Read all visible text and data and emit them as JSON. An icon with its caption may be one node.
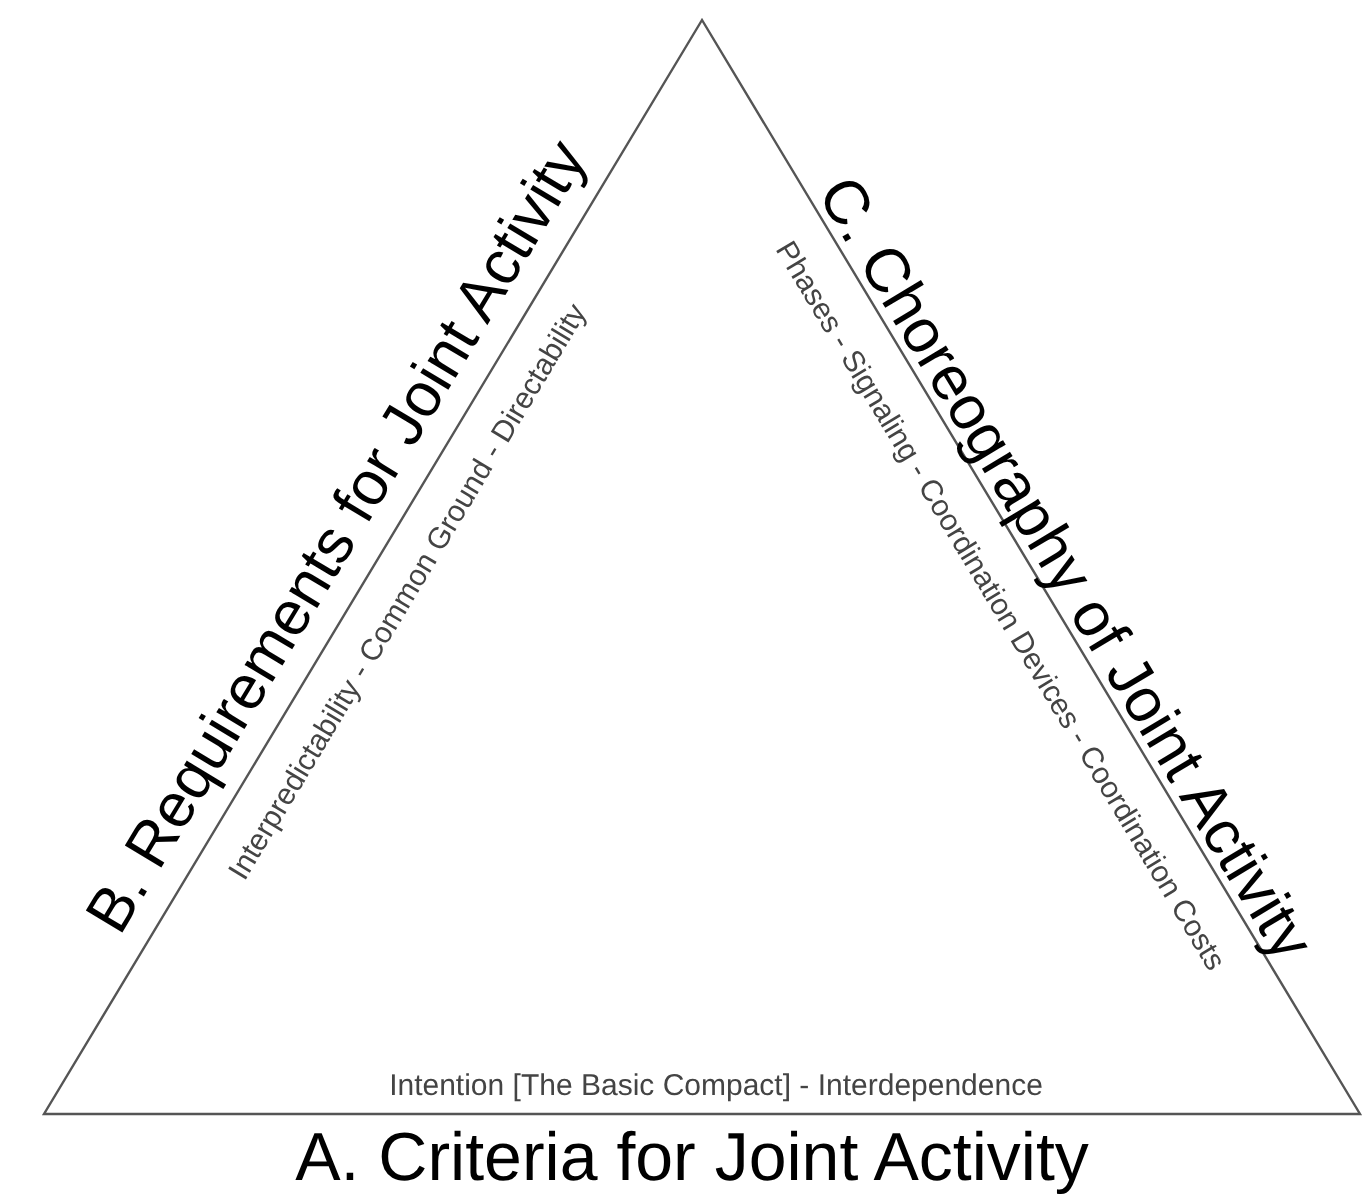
{
  "diagram": {
    "labels": [
      "B. Requirements for Joint Activity",
      "Interpredictability - Common Ground - Directability",
      "C. Choreography of Joint Activity",
      "Phases - Signaling - Coordination Devices - Coordination Costs",
      "Intention [The Basic Compact]  - Interdependence",
      "A. Criteria for Joint Activity"
    ]
  }
}
